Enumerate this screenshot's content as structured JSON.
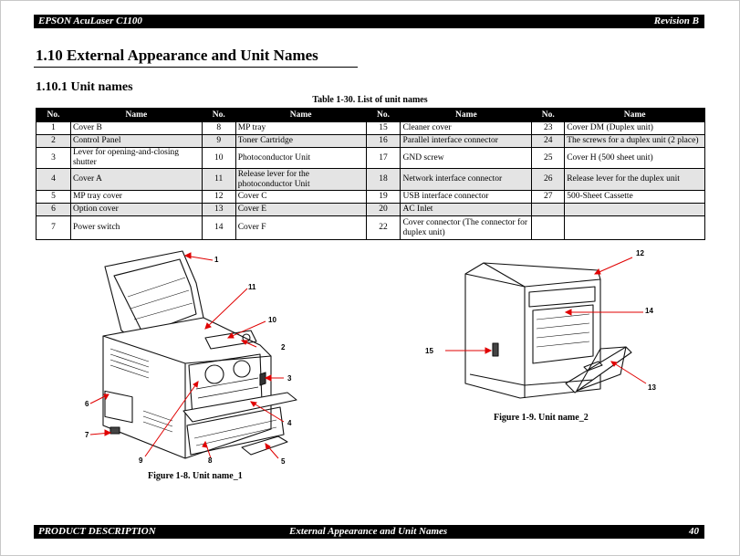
{
  "header": {
    "left": "EPSON AcuLaser C1100",
    "right": "Revision B"
  },
  "section_title": "1.10  External Appearance and Unit Names",
  "subsection_title": "1.10.1  Unit names",
  "table": {
    "caption": "Table 1-30.  List of unit names",
    "headers": [
      "No.",
      "Name",
      "No.",
      "Name",
      "No.",
      "Name",
      "No.",
      "Name"
    ],
    "rows": [
      [
        "1",
        "Cover B",
        "8",
        "MP tray",
        "15",
        "Cleaner cover",
        "23",
        "Cover DM (Duplex unit)"
      ],
      [
        "2",
        "Control Panel",
        "9",
        "Toner Cartridge",
        "16",
        "Parallel interface connector",
        "24",
        "The screws for a duplex unit (2 place)"
      ],
      [
        "3",
        "Lever for opening-and-closing shutter",
        "10",
        "Photoconductor Unit",
        "17",
        "GND screw",
        "25",
        "Cover H (500 sheet unit)"
      ],
      [
        "4",
        "Cover A",
        "11",
        "Release lever for the photoconductor Unit",
        "18",
        "Network interface connector",
        "26",
        "Release lever for the duplex unit"
      ],
      [
        "5",
        "MP tray cover",
        "12",
        "Cover C",
        "19",
        "USB interface connector",
        "27",
        "500-Sheet Cassette"
      ],
      [
        "6",
        "Option cover",
        "13",
        "Cover E",
        "20",
        "AC Inlet",
        "",
        ""
      ],
      [
        "7",
        "Power switch",
        "14",
        "Cover F",
        "22",
        "Cover connector (The connector for duplex unit)",
        "",
        ""
      ]
    ]
  },
  "figure1": {
    "caption": "Figure 1-8.  Unit name_1",
    "callouts": [
      "1",
      "11",
      "10",
      "2",
      "3",
      "4",
      "5",
      "6",
      "7",
      "8",
      "9"
    ]
  },
  "figure2": {
    "caption": "Figure 1-9.  Unit name_2",
    "callouts": [
      "12",
      "14",
      "15",
      "13"
    ]
  },
  "footer": {
    "left": "PRODUCT DESCRIPTION",
    "center": "External Appearance and Unit Names",
    "right": "40"
  },
  "colors": {
    "callout_arrow": "#e00000",
    "header_bg": "#000000",
    "row_shade": "#e4e4e4"
  }
}
